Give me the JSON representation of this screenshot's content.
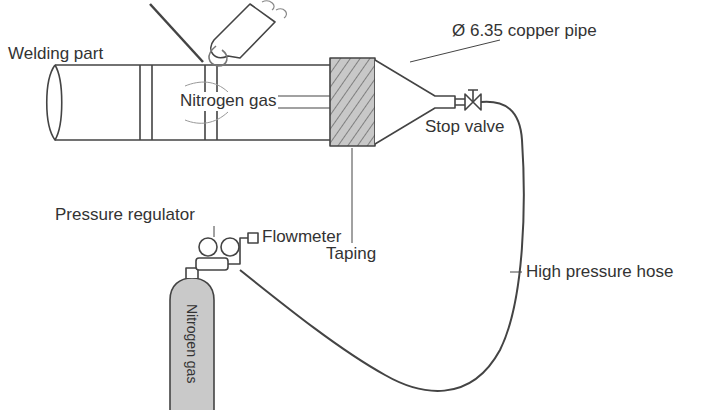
{
  "diagram": {
    "labels": [
      "Welding part",
      "Ø 6.35 copper pipe",
      "Nitrogen gas",
      "Stop valve",
      "Pressure regulator",
      "Flowmeter",
      "Taping",
      "High pressure hose",
      "Nitrogen gas"
    ]
  }
}
